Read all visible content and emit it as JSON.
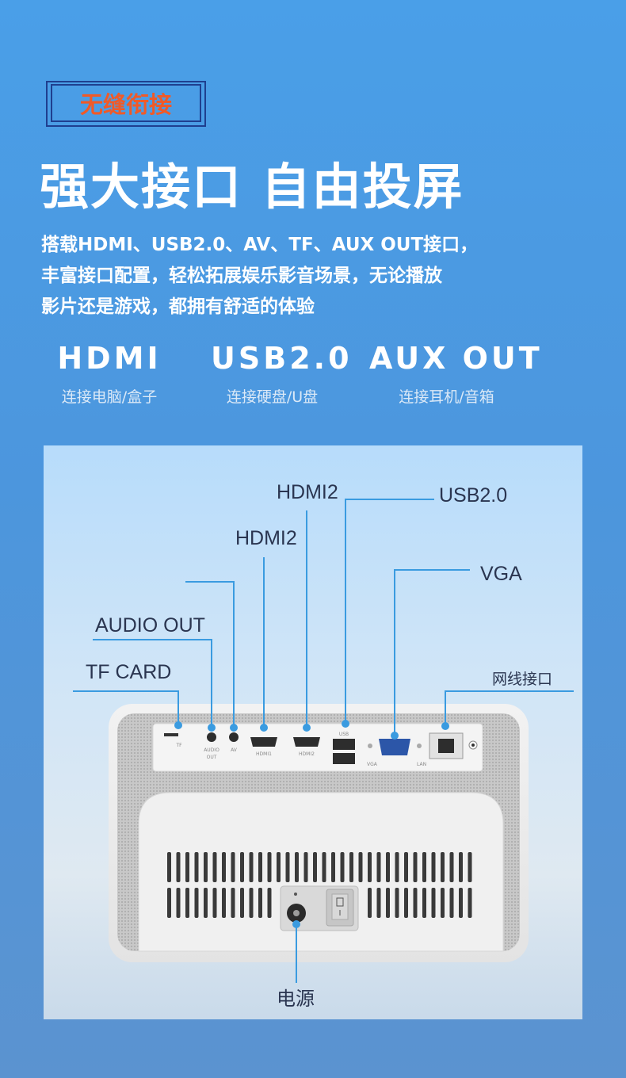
{
  "tag": {
    "text": "无缝衔接"
  },
  "headline": "强大接口 自由投屏",
  "description": [
    "搭载HDMI、USB2.0、AV、TF、AUX OUT接口，",
    "丰富接口配置，轻松拓展娱乐影音场景，无论播放",
    "影片还是游戏，都拥有舒适的体验"
  ],
  "features": [
    {
      "title": "HDMI",
      "subtitle": "连接电脑/盒子"
    },
    {
      "title": "USB2.0",
      "subtitle": "连接硬盘/U盘"
    },
    {
      "title": "AUX OUT",
      "subtitle": "连接耳机/音箱"
    }
  ],
  "callouts": {
    "hdmi2_top": "HDMI2",
    "usb": "USB2.0",
    "hdmi2": "HDMI2",
    "vga": "VGA",
    "audio_out": "AUDIO OUT",
    "tf_card": "TF CARD",
    "lan": "网线接口",
    "power": "电源"
  },
  "port_printed_labels": {
    "tf": "TF",
    "audio": "AUDIO",
    "out": "OUT",
    "av": "AV",
    "hdmi1": "HDMI1",
    "hdmi2": "HDMI2",
    "usb": "USB",
    "vga": "VGA",
    "lan": "LAN"
  },
  "colors": {
    "accent": "#f05a28",
    "line": "#3a9be0",
    "tag_border": "#1f3f8f"
  }
}
